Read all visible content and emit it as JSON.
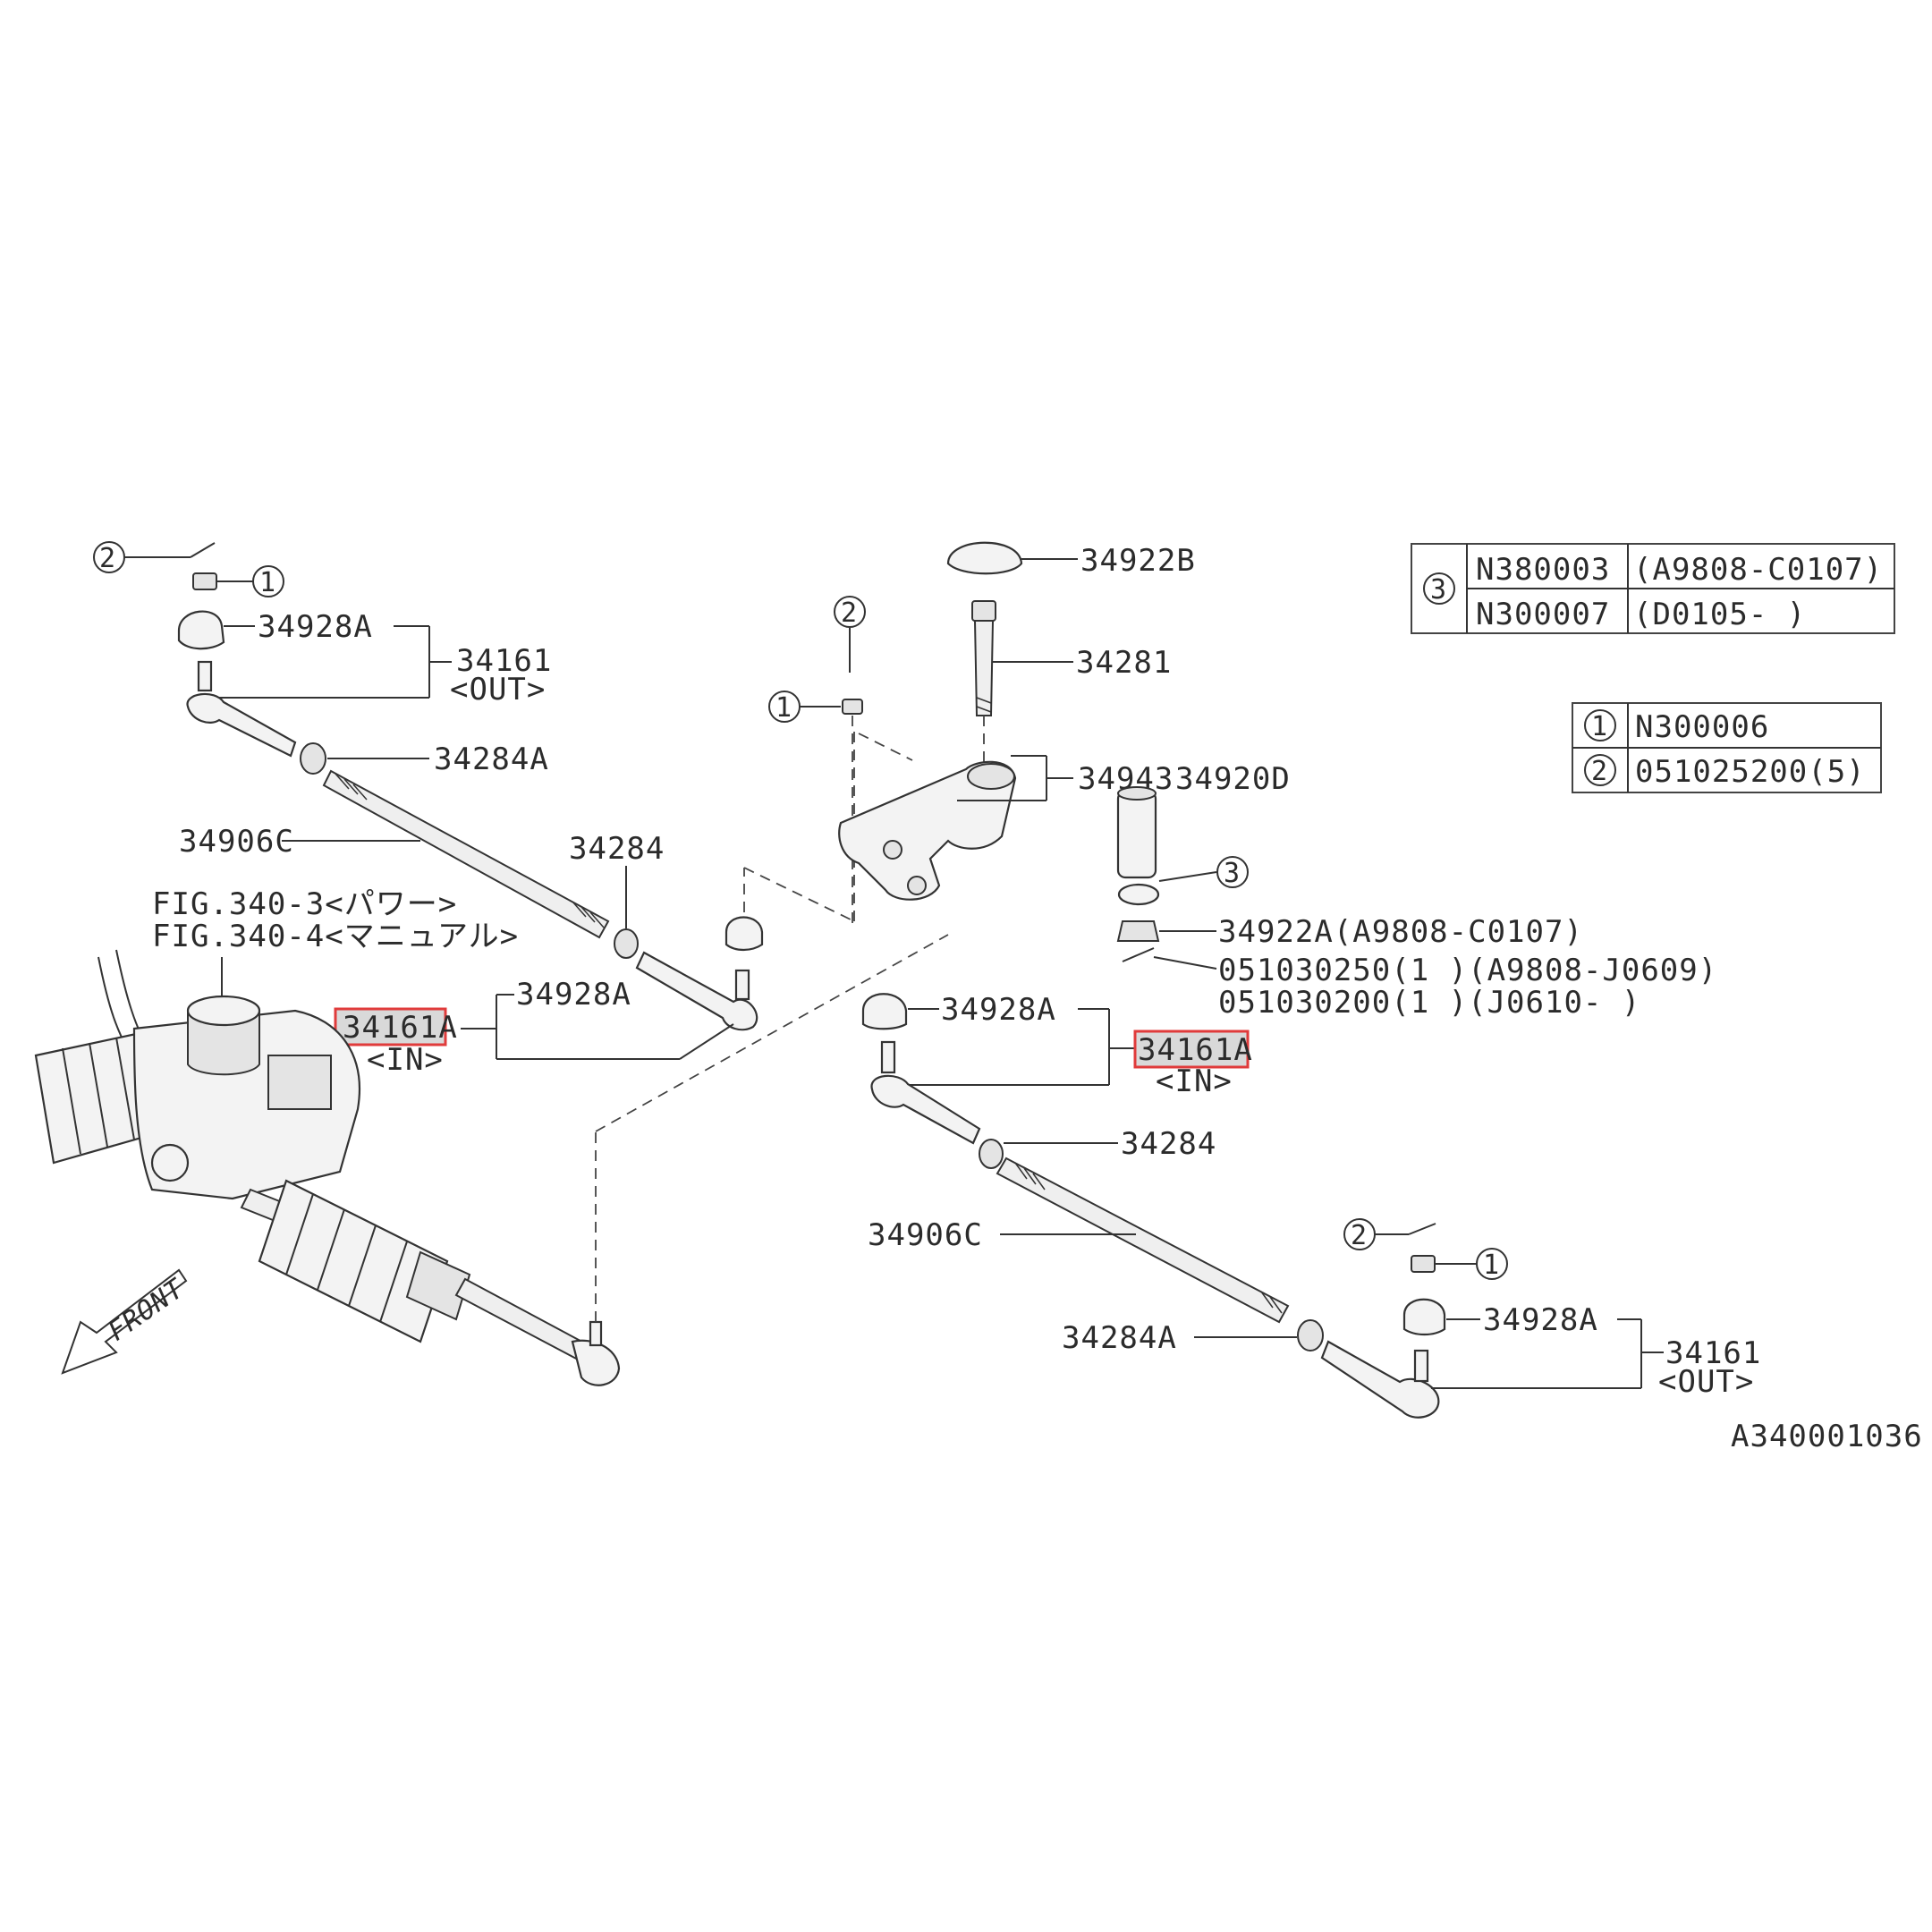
{
  "labels": {
    "l_34928A_tl": "34928A",
    "l_34161_tl": "34161",
    "l_out_tl": "<OUT>",
    "l_34284A_tl": "34284A",
    "l_34906C_tl": "34906C",
    "l_34284_tl": "34284",
    "l_fig1": "FIG.340-3<パワー>",
    "l_fig2": "FIG.340-4<マニュアル>",
    "l_34928A_ml": "34928A",
    "l_34161A_ml": "34161A",
    "l_in_ml": "<IN>",
    "l_34922B": "34922B",
    "l_34281": "34281",
    "l_34943": "34943",
    "l_34920D": "34920D",
    "l_34922A": "34922A(A9808-C0107)",
    "l_051a": "051030250(1 )(A9808-J0609)",
    "l_051b": "051030200(1 )(J0610-        )",
    "l_34928A_mr": "34928A",
    "l_34161A_mr": "34161A",
    "l_in_mr": "<IN>",
    "l_34284_br": "34284",
    "l_34906C_br": "34906C",
    "l_34284A_br": "34284A",
    "l_34928A_br": "34928A",
    "l_34161_br": "34161",
    "l_out_br": "<OUT>",
    "front": "FRONT",
    "code": "A340001036"
  },
  "callouts": {
    "one": "1",
    "two": "2",
    "three": "3"
  },
  "table3": {
    "key": "3",
    "rows": [
      {
        "part": "N380003",
        "note": "(A9808-C0107)"
      },
      {
        "part": "N300007",
        "note": "(D0105-       )"
      }
    ]
  },
  "table12": {
    "rows": [
      {
        "key": "1",
        "part": "N300006"
      },
      {
        "key": "2",
        "part": "051025200(5)"
      }
    ]
  },
  "colors": {
    "highlight_border": "#e03b3b",
    "highlight_fill": "#d9d9d9",
    "line": "#333333"
  }
}
